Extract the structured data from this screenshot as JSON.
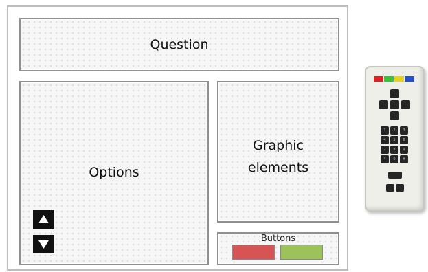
{
  "layout": {
    "question_label": "Question",
    "options_label": "Options",
    "graphic_label_line1": "Graphic",
    "graphic_label_line2": "elements",
    "buttons_label": "Buttons"
  },
  "colors": {
    "red_button": "#d65454",
    "green_button": "#9cc25a",
    "remote_color_keys": [
      "#e02020",
      "#3cbf3c",
      "#e8d21c",
      "#2850c8"
    ]
  },
  "remote": {
    "numeric_keys": [
      "1",
      "2",
      "3",
      "4",
      "5",
      "6",
      "7",
      "8",
      "9",
      "*",
      "0",
      "#"
    ]
  }
}
